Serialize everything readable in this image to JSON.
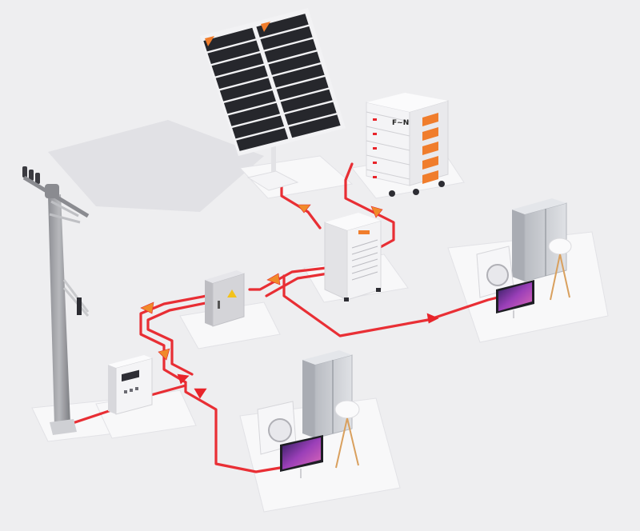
{
  "scene": {
    "background": "#eeeef0",
    "cable_color": "#e8242a",
    "arrow_color": "#f08a2a",
    "accent_orange": "#f07d2c",
    "panel_cell_color": "#26272c"
  },
  "components": [
    {
      "name": "solar-panel-array",
      "icon": "solar-panel-icon"
    },
    {
      "name": "battery-stack",
      "icon": "battery-icon",
      "modules": 5
    },
    {
      "name": "hybrid-inverter",
      "icon": "inverter-icon"
    },
    {
      "name": "distribution-box",
      "icon": "electrical-cabinet-icon"
    },
    {
      "name": "electricity-meter",
      "icon": "meter-icon"
    },
    {
      "name": "utility-pole",
      "icon": "utility-pole-icon"
    },
    {
      "name": "home-appliances-right",
      "icon": "appliances-icon"
    },
    {
      "name": "home-appliances-front",
      "icon": "appliances-icon"
    }
  ],
  "battery": {
    "brand_mark": "F~N"
  }
}
